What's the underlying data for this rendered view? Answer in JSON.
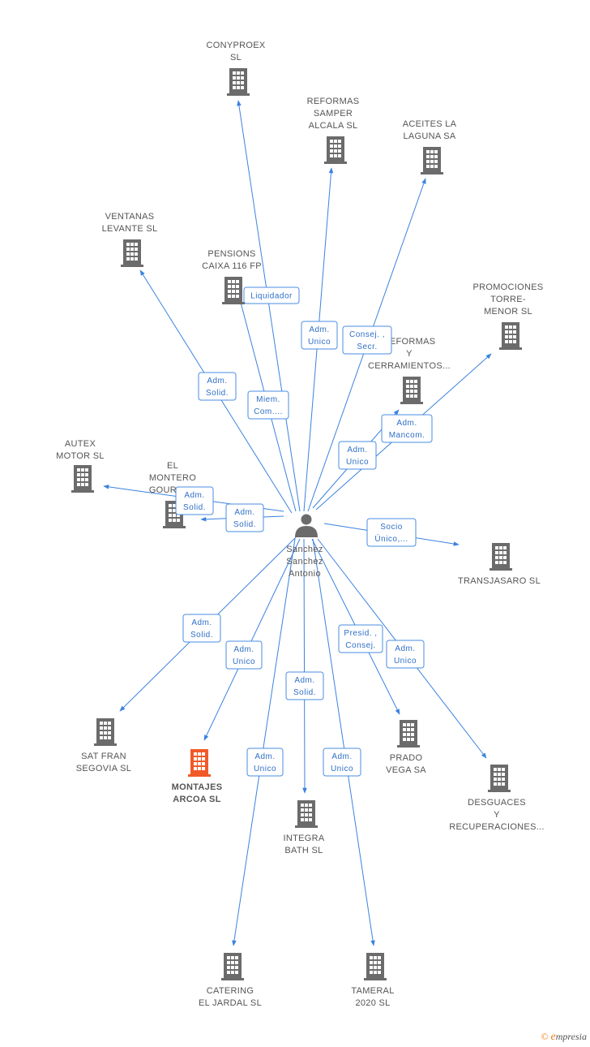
{
  "colors": {
    "node": "#6b6b6b",
    "highlight": "#f05a28",
    "edge": "#3b82e0"
  },
  "center": {
    "name_lines": [
      "Sanchez",
      "Sanchez",
      "Antonio"
    ],
    "icon": "person-icon"
  },
  "nodes": [
    {
      "id": "conyproex",
      "lines": [
        "CONYPROEX",
        "SL"
      ]
    },
    {
      "id": "reformas-samper",
      "lines": [
        "REFORMAS",
        "SAMPER",
        "ALCALA SL"
      ]
    },
    {
      "id": "aceites",
      "lines": [
        "ACEITES LA",
        "LAGUNA SA"
      ]
    },
    {
      "id": "ventanas",
      "lines": [
        "VENTANAS",
        "LEVANTE SL"
      ]
    },
    {
      "id": "pensions",
      "lines": [
        "PENSIONS",
        "CAIXA 116 FP"
      ]
    },
    {
      "id": "promociones",
      "lines": [
        "PROMOCIONES",
        "TORRE-",
        "MENOR SL"
      ]
    },
    {
      "id": "reformas-cerr",
      "lines": [
        "REFORMAS",
        "Y",
        "CERRAMIENTOS..."
      ]
    },
    {
      "id": "autex",
      "lines": [
        "AUTEX",
        "MOTOR SL"
      ]
    },
    {
      "id": "montero",
      "lines": [
        "EL",
        "MONTERO",
        "GOURMET"
      ]
    },
    {
      "id": "transjasaro",
      "lines": [
        "TRANSJASARO SL"
      ]
    },
    {
      "id": "satfran",
      "lines": [
        "SAT FRAN",
        "SEGOVIA SL"
      ]
    },
    {
      "id": "montajes",
      "lines": [
        "MONTAJES",
        "ARCOA SL"
      ],
      "highlight": true
    },
    {
      "id": "integra",
      "lines": [
        "INTEGRA",
        "BATH SL"
      ]
    },
    {
      "id": "prado",
      "lines": [
        "PRADO",
        "VEGA SA"
      ]
    },
    {
      "id": "desguaces",
      "lines": [
        "DESGUACES",
        "Y",
        "RECUPERACIONES..."
      ]
    },
    {
      "id": "catering",
      "lines": [
        "CATERING",
        "EL JARDAL SL"
      ]
    },
    {
      "id": "tameral",
      "lines": [
        "TAMERAL",
        "2020 SL"
      ]
    }
  ],
  "roles": [
    {
      "id": "r-liquidador",
      "lines": [
        "Liquidador"
      ]
    },
    {
      "id": "r-adm-unico-reformas",
      "lines": [
        "Adm.",
        "Unico"
      ]
    },
    {
      "id": "r-consej-secr",
      "lines": [
        "Consej. ,",
        "Secr."
      ]
    },
    {
      "id": "r-adm-solid-ventanas",
      "lines": [
        "Adm.",
        "Solid."
      ]
    },
    {
      "id": "r-miem-com",
      "lines": [
        "Miem.",
        "Com...."
      ]
    },
    {
      "id": "r-adm-mancom",
      "lines": [
        "Adm.",
        "Mancom."
      ]
    },
    {
      "id": "r-adm-unico-cerr",
      "lines": [
        "Adm.",
        "Unico"
      ]
    },
    {
      "id": "r-adm-solid-autex",
      "lines": [
        "Adm.",
        "Solid."
      ]
    },
    {
      "id": "r-adm-solid-montero",
      "lines": [
        "Adm.",
        "Solid."
      ]
    },
    {
      "id": "r-socio-unico",
      "lines": [
        "Socio",
        "Único,..."
      ]
    },
    {
      "id": "r-adm-solid-satfran",
      "lines": [
        "Adm.",
        "Solid."
      ]
    },
    {
      "id": "r-adm-unico-montajes",
      "lines": [
        "Adm.",
        "Unico"
      ]
    },
    {
      "id": "r-presid-consej",
      "lines": [
        "Presid. ,",
        "Consej."
      ]
    },
    {
      "id": "r-adm-unico-desguaces",
      "lines": [
        "Adm.",
        "Unico"
      ]
    },
    {
      "id": "r-adm-solid-integra",
      "lines": [
        "Adm.",
        "Solid."
      ]
    },
    {
      "id": "r-adm-unico-catering",
      "lines": [
        "Adm.",
        "Unico"
      ]
    },
    {
      "id": "r-adm-unico-tameral",
      "lines": [
        "Adm.",
        "Unico"
      ]
    }
  ],
  "footer": {
    "copyright": "©",
    "brand_initial": "e",
    "brand_rest": "mpresia"
  }
}
